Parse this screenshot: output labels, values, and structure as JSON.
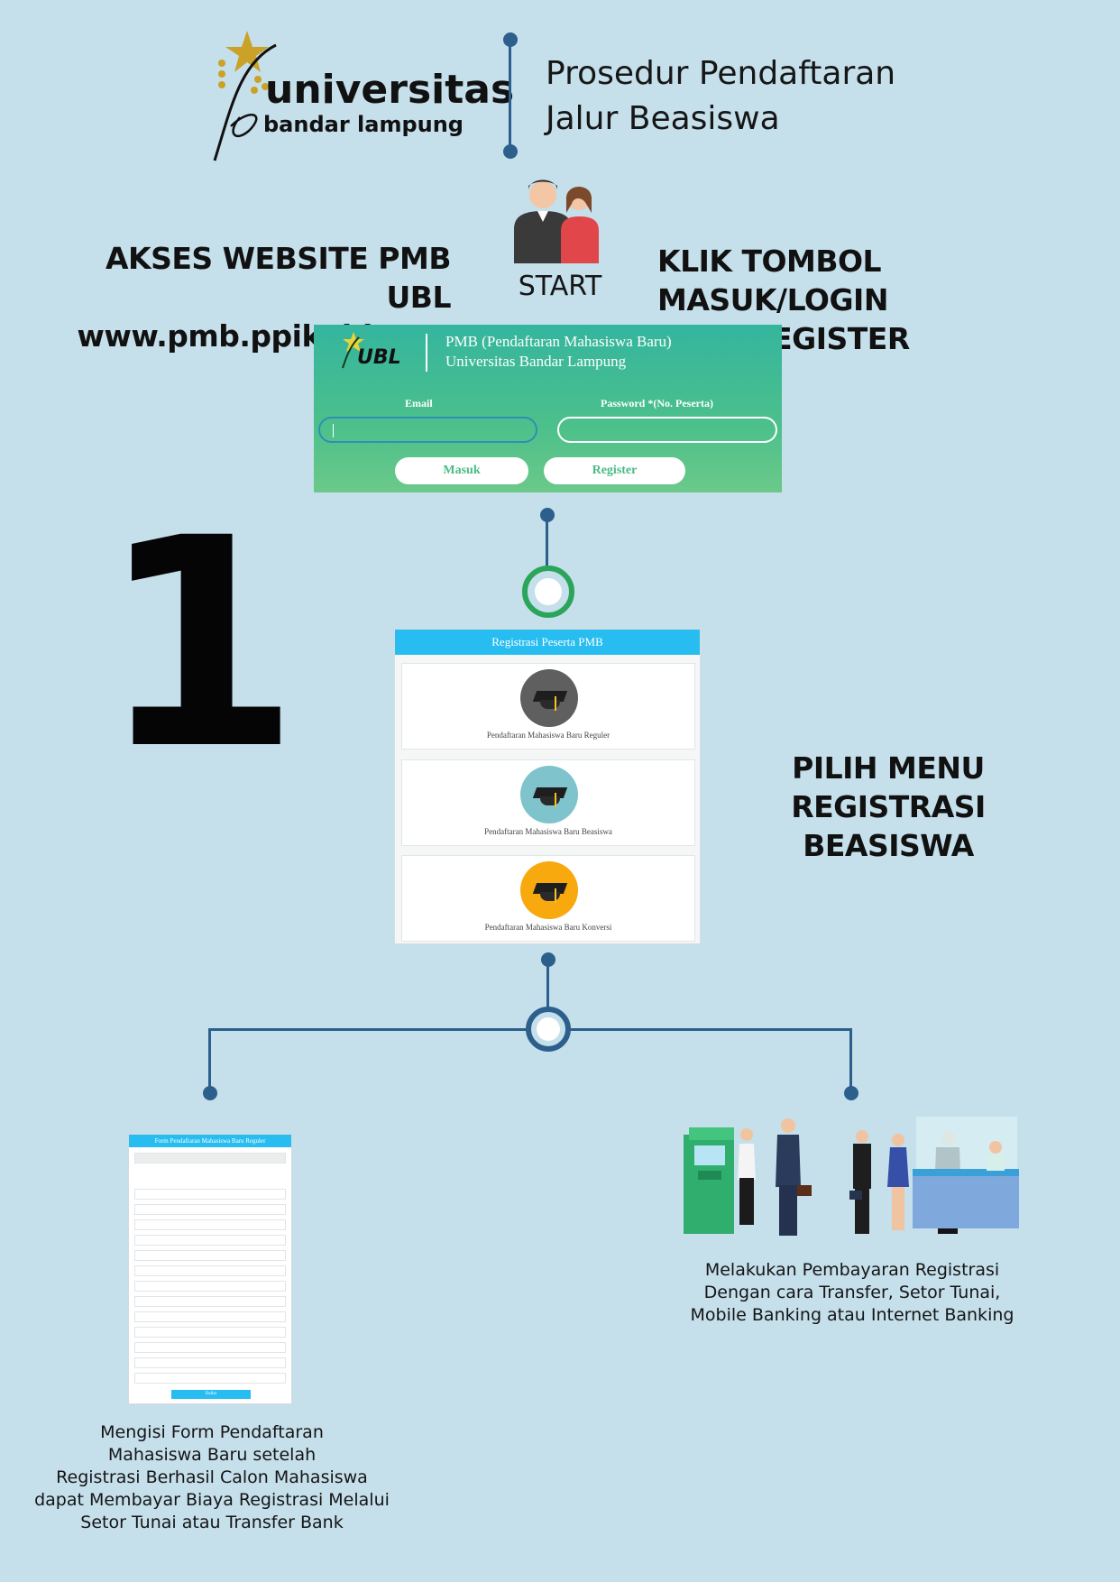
{
  "header": {
    "logo_line1": "universitas",
    "logo_line2": "bandar lampung",
    "title_line1": "Prosedur Pendaftaran",
    "title_line2": "Jalur Beasiswa"
  },
  "start": {
    "label": "START"
  },
  "step_access": {
    "line1": "AKSES WEBSITE PMB UBL",
    "line2": "www.pmb.ppikubl.com"
  },
  "step_login": {
    "line1": "KLIK TOMBOL MASUK/LOGIN",
    "line2": "LALU REGISTER"
  },
  "login_form": {
    "logo_text": "UBL",
    "title_line1": "PMB (Pendaftaran Mahasiswa Baru)",
    "title_line2": "Universitas Bandar Lampung",
    "email_label": "Email",
    "password_label": "Password *(No. Peserta)",
    "login_button": "Masuk",
    "register_button": "Register"
  },
  "big_number": "1",
  "registration_menu": {
    "header": "Registrasi Peserta PMB",
    "items": [
      {
        "label": "Pendaftaran Mahasiswa Baru Reguler",
        "color": "#5f5f5f"
      },
      {
        "label": "Pendaftaran Mahasiswa Baru Beasiswa",
        "color": "#7fc3cc"
      },
      {
        "label": "Pendaftaran Mahasiswa Baru Konversi",
        "color": "#f7a90e"
      }
    ]
  },
  "step_choose": {
    "line1": "PILIH MENU",
    "line2": "REGISTRASI BEASISWA"
  },
  "form_mockup": {
    "header": "Form Pendaftaran Mahasiswa Baru Reguler",
    "submit": "Daftar"
  },
  "caption_left": {
    "line1": "Mengisi Form Pendaftaran",
    "line2": "Mahasiswa Baru setelah",
    "line3": "Registrasi Berhasil Calon Mahasiswa",
    "line4": "dapat  Membayar Biaya Registrasi Melalui",
    "line5": "Setor Tunai atau Transfer Bank"
  },
  "caption_right": {
    "line1": "Melakukan Pembayaran Registrasi",
    "line2": "Dengan cara Transfer, Setor Tunai,",
    "line3": "Mobile Banking atau Internet Banking"
  },
  "colors": {
    "background": "#c5dfeb",
    "connector": "#2c5f8c",
    "ring_green": "#2aa55a",
    "login_green": "#3fb992",
    "menu_header": "#27bdf0",
    "logo_gold": "#c9a227"
  }
}
